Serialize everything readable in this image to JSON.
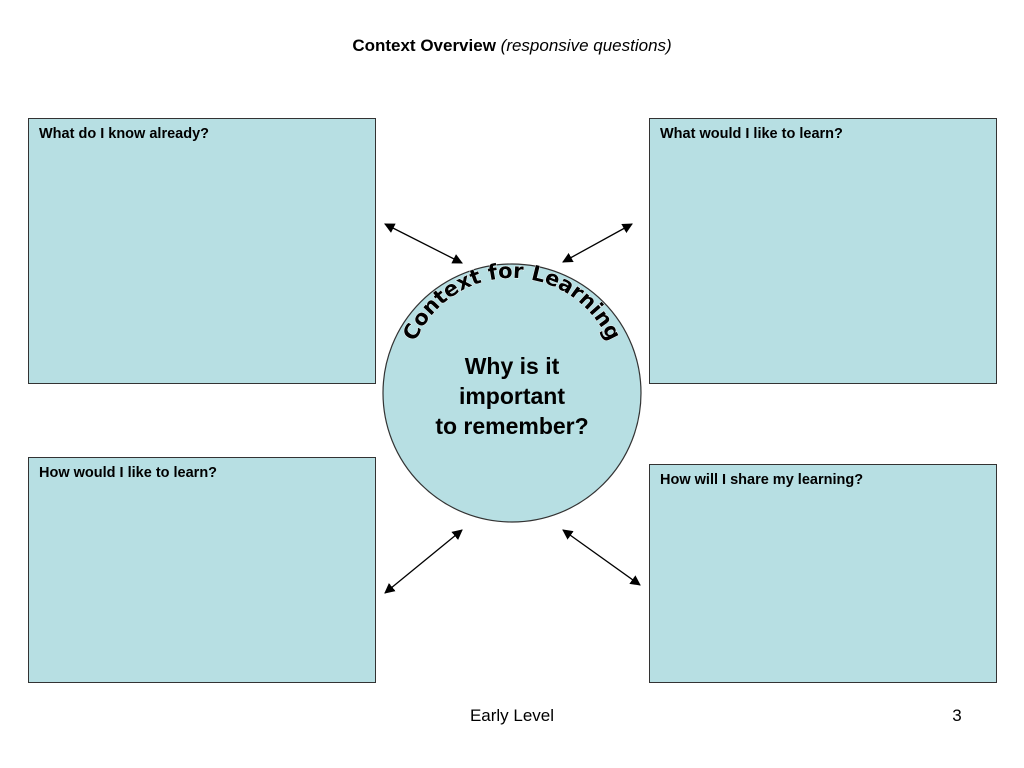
{
  "slide": {
    "title_main": "Context Overview",
    "title_sub": "(responsive questions)",
    "footer_label": "Early Level",
    "page_number": "3"
  },
  "boxes": {
    "top_left": "What do I know already?",
    "top_right": "What would I like to learn?",
    "bottom_left": "How would I like to learn?",
    "bottom_right": "How will I share my learning?"
  },
  "center": {
    "arc_label": "Context for Learning",
    "question_line1": "Why is it",
    "question_line2": "important",
    "question_line3": "to remember?"
  },
  "colors": {
    "box_fill": "#b7dfe3",
    "circle_fill": "#b7dfe3",
    "stroke": "#333333"
  }
}
